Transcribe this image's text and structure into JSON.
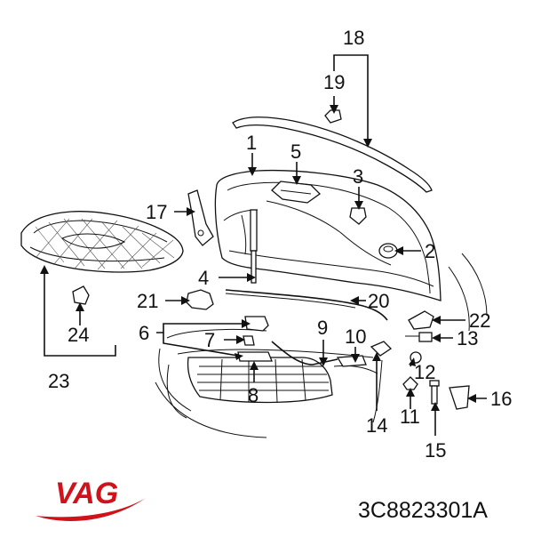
{
  "brand": {
    "name": "VAG",
    "color": "#d0121b"
  },
  "part_number": "3C8823301A",
  "callouts": {
    "c1": "1",
    "c2": "2",
    "c3": "3",
    "c4": "4",
    "c5": "5",
    "c6": "6",
    "c7": "7",
    "c8": "8",
    "c9": "9",
    "c10": "10",
    "c11": "11",
    "c12": "12",
    "c13": "13",
    "c14": "14",
    "c15": "15",
    "c16": "16",
    "c17": "17",
    "c18": "18",
    "c19": "19",
    "c20": "20",
    "c21": "21",
    "c22": "22",
    "c23": "23",
    "c24": "24"
  }
}
